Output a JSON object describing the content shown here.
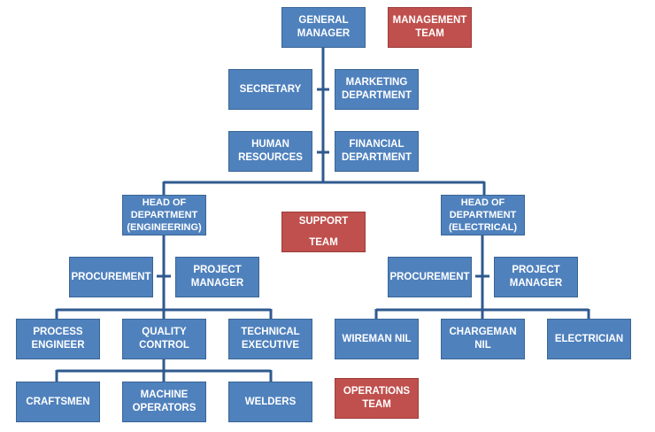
{
  "colors": {
    "node": "#4f81bd",
    "team_label": "#c0504d",
    "connector": "#2f5a8f"
  },
  "nodes": {
    "general_manager": "GENERAL\nMANAGER",
    "secretary": "SECRETARY",
    "marketing": "MARKETING\nDEPARTMENT",
    "human_resources": "HUMAN\nRESOURCES",
    "financial": "FINANCIAL\nDEPARTMENT",
    "hod_engineering": "HEAD OF\nDEPARTMENT\n(ENGINEERING)",
    "hod_electrical": "HEAD OF\nDEPARTMENT\n(ELECTRICAL)",
    "procurement_eng": "PROCUREMENT",
    "project_manager_eng": "PROJECT\nMANAGER",
    "procurement_elec": "PROCUREMENT",
    "project_manager_elec": "PROJECT\nMANAGER",
    "process_engineer": "PROCESS\nENGINEER",
    "quality_control": "QUALITY\nCONTROL",
    "technical_executive": "TECHNICAL\nEXECUTIVE",
    "wireman_nil": "WIREMAN NIL",
    "chargeman_nil": "CHARGEMAN\nNIL",
    "electrician": "ELECTRICIAN",
    "craftsmen": "CRAFTSMEN",
    "machine_operators": "MACHINE\nOPERATORS",
    "welders": "WELDERS"
  },
  "teams": {
    "management": "MANAGEMENT\nTEAM",
    "support": "SUPPORT\n\nTEAM",
    "operations": "OPERATIONS\nTEAM"
  }
}
